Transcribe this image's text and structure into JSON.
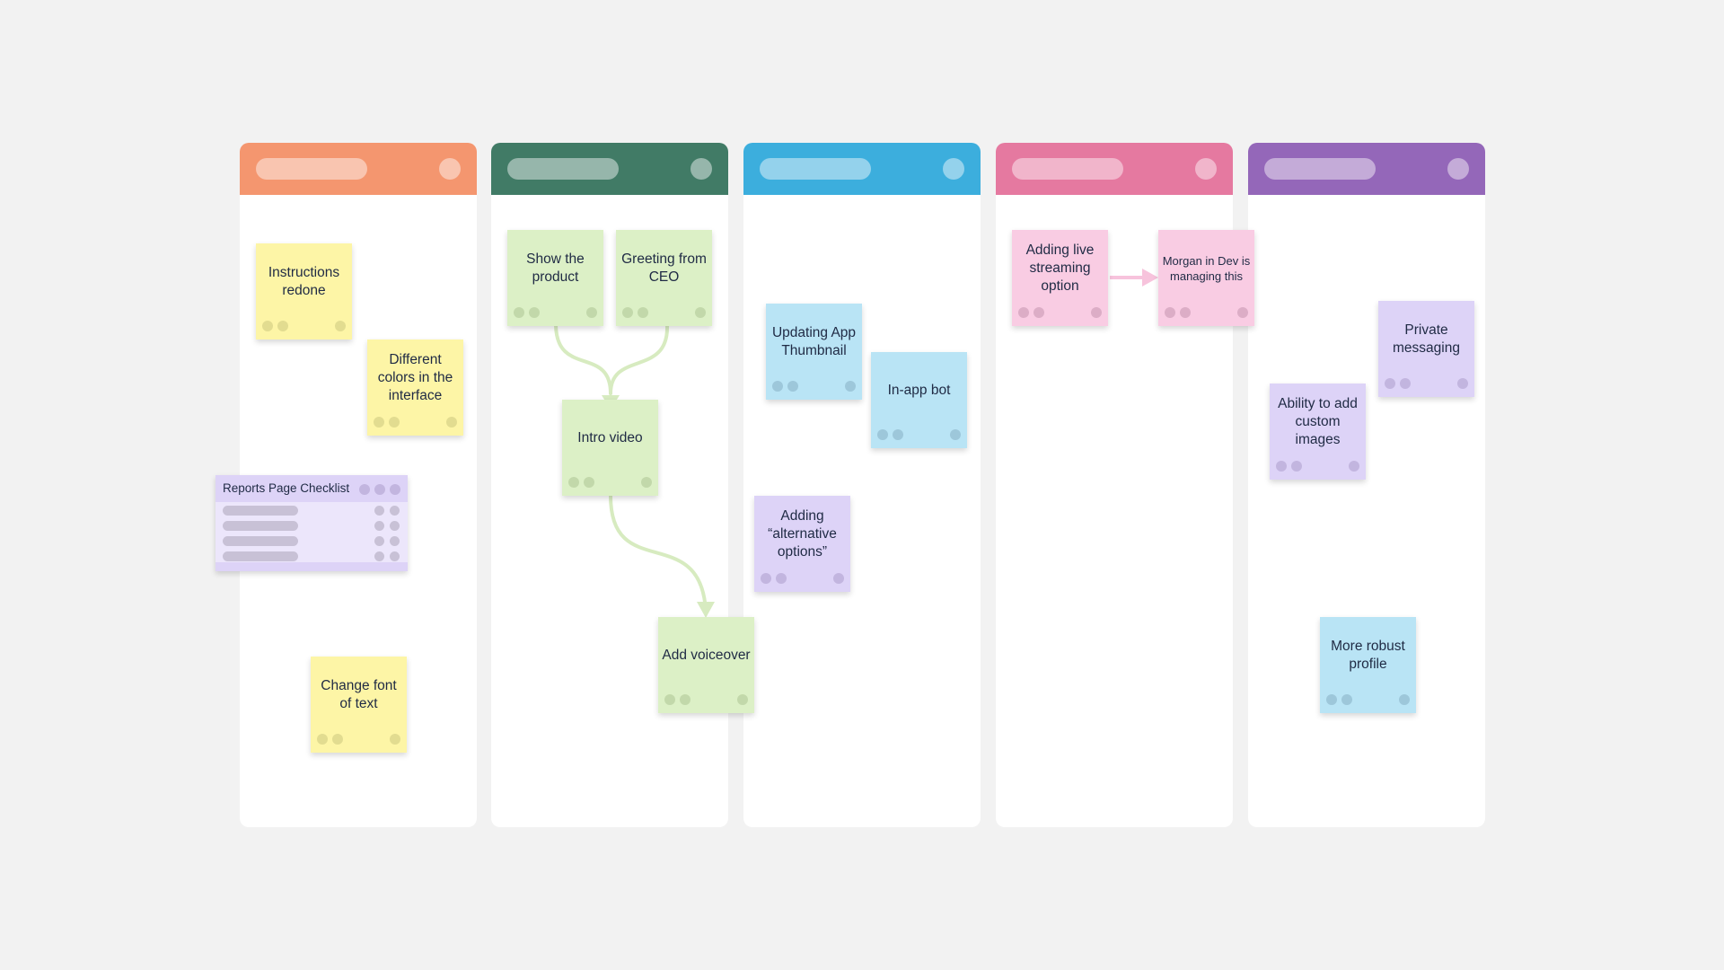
{
  "colors": {
    "background": "#f2f2f2",
    "column_headers": [
      "#f4966f",
      "#417b66",
      "#3caedd",
      "#e579a0",
      "#9467b9"
    ],
    "connector_green": "#d7ebc0",
    "connector_pink": "#f7c3dc"
  },
  "columns": [
    {
      "header_color": "#f4966f"
    },
    {
      "header_color": "#417b66"
    },
    {
      "header_color": "#3caedd"
    },
    {
      "header_color": "#e579a0"
    },
    {
      "header_color": "#9467b9"
    }
  ],
  "notes": {
    "instructions_redone": "Instructions redone",
    "different_colors": "Different colors in the interface",
    "change_font": "Change font of text",
    "show_product": "Show the product",
    "greeting_ceo": "Greeting from CEO",
    "intro_video": "Intro video",
    "add_voiceover": "Add voiceover",
    "updating_thumbnail": "Updating App Thumbnail",
    "inapp_bot": "In-app bot",
    "alternative_options": "Adding “alternative options”",
    "live_streaming": "Adding live streaming option",
    "morgan_dev": "Morgan in Dev is managing this",
    "private_messaging": "Private messaging",
    "custom_images": "Ability to add custom images",
    "robust_profile": "More robust profile"
  },
  "checklist": {
    "title": "Reports Page Checklist"
  }
}
